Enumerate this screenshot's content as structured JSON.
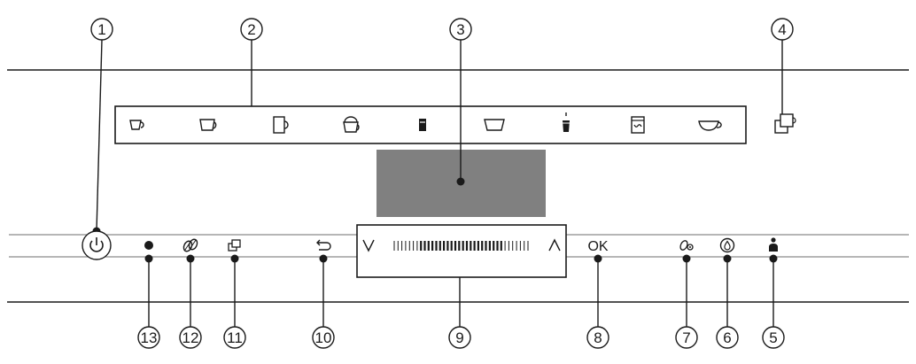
{
  "title": "",
  "colors": {
    "line": "#1a1a1a",
    "panel_line": "#6e6e6e",
    "display_fill": "#808080",
    "background": "#ffffff"
  },
  "callouts": [
    "1",
    "2",
    "3",
    "4",
    "5",
    "6",
    "7",
    "8",
    "9",
    "10",
    "11",
    "12",
    "13"
  ],
  "cup_icons": [
    "espresso-cup-icon",
    "coffee-cup-icon",
    "mug-icon",
    "cappuccino-cup-icon",
    "latte-glass-icon",
    "large-bowl-cup-icon",
    "latte-macchiato-glass-icon",
    "hot-milk-jug-icon",
    "wide-cup-icon"
  ],
  "controls": {
    "power": "power-icon",
    "bean_indicator": "bean-container-icon",
    "two_cups": "two-cups-icon",
    "back": "back-arrow-icon",
    "slider_down": "chevron-down-icon",
    "slider_up": "chevron-up-icon",
    "ok_label": "OK",
    "settings": "bean-settings-icon",
    "water": "water-drop-icon",
    "profile": "profile-icon"
  }
}
